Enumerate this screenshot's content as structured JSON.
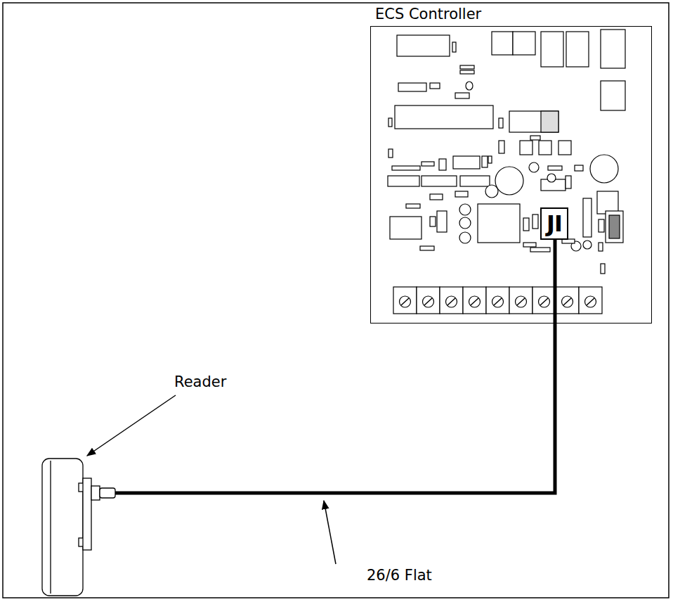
{
  "diagram": {
    "nodes": [
      {
        "text": [
          "ECS Controller"
        ]
      },
      {
        "text": [
          "JI"
        ],
        "in": 0
      }
    ],
    "labels": [
      "Reader",
      "26/6 Flat"
    ]
  }
}
